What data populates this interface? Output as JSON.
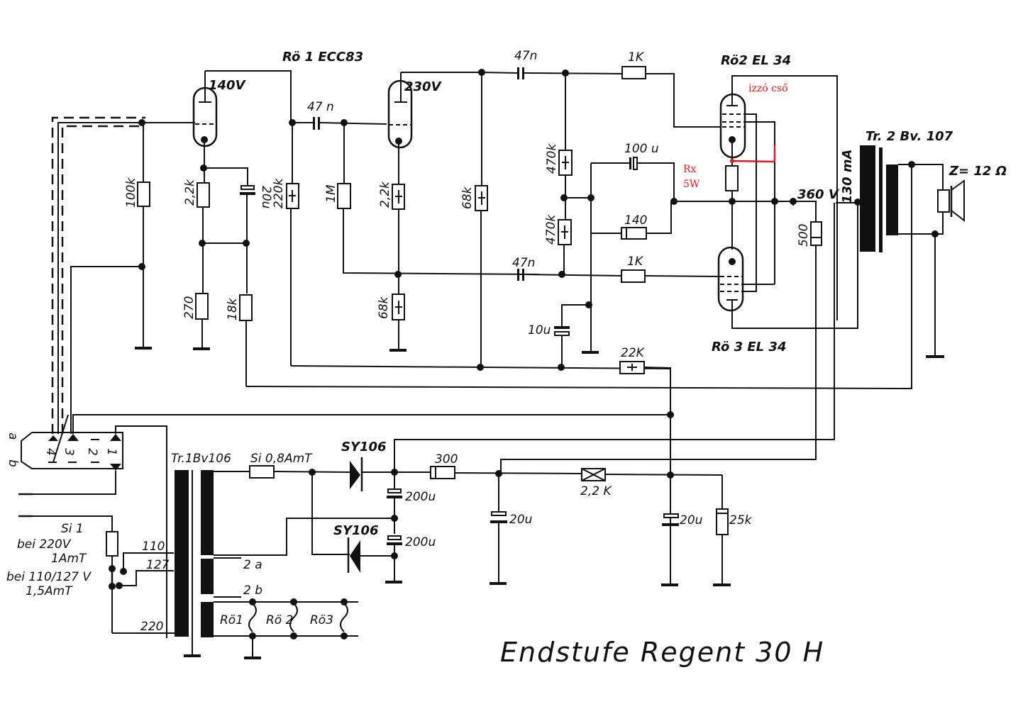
{
  "title": "Endstufe  Regent  30 H",
  "tubes": {
    "ro1": {
      "label": "Rö 1 ECC83",
      "anode1_voltage": "140V",
      "anode2_voltage": "230V"
    },
    "ro2": {
      "label": "Rö2 EL 34"
    },
    "ro3": {
      "label": "Rö 3 EL 34"
    }
  },
  "annotations": {
    "glow_tube": "izzó cső",
    "rx_name": "Rx",
    "rx_power": "5W",
    "annotation_color": "#e0191f"
  },
  "components": {
    "r_100k": "100k",
    "r_22k_a": "2,2k",
    "r_270": "270",
    "c_20u_cathode": "20u",
    "r_18k": "18k",
    "r_220k": "220k",
    "c_47n_a": "47 n",
    "r_1m": "1M",
    "r_22k_b": "2,2k",
    "r_68k_a": "68k",
    "r_68k_b": "68k",
    "c_47n_b": "47n",
    "c_47n_c": "47n",
    "r_470k_a": "470k",
    "r_470k_b": "470k",
    "c_100u": "100 u",
    "r_140": "140",
    "c_10u": "10u",
    "r_1k_a": "1K",
    "r_1k_b": "1K",
    "r_22k_c": "22K",
    "r_500": "500",
    "v_360": "360 V",
    "i_130": "130 mA",
    "tr2": "Tr. 2 Bv. 107",
    "speaker_z": "Z= 12 Ω",
    "tr1": "Tr.1Bv106",
    "fuse_sec": "Si 0,8AmT",
    "diode_1": "SY106",
    "diode_2": "SY106",
    "c_200u_a": "200u",
    "c_200u_b": "200u",
    "r_300": "300",
    "c_20u_a": "20u",
    "r_2k2": "2,2 K",
    "c_20u_b": "20u",
    "r_25k": "25k",
    "tap_2a": "2 a",
    "tap_2b": "2 b",
    "heater_1": "Rö1",
    "heater_2": "Rö 2",
    "heater_3": "Rö3",
    "tap_110": "110",
    "tap_127": "127",
    "tap_220": "220"
  },
  "fuse_notes": {
    "name": "Si 1",
    "line1": "bei 220V",
    "line2": "1AmT",
    "line3": "bei 110/127 V",
    "line4": "1,5AmT"
  },
  "connector": {
    "row_a": "a",
    "row_b": "b",
    "pins": [
      "4",
      "3",
      "2",
      "1"
    ]
  }
}
